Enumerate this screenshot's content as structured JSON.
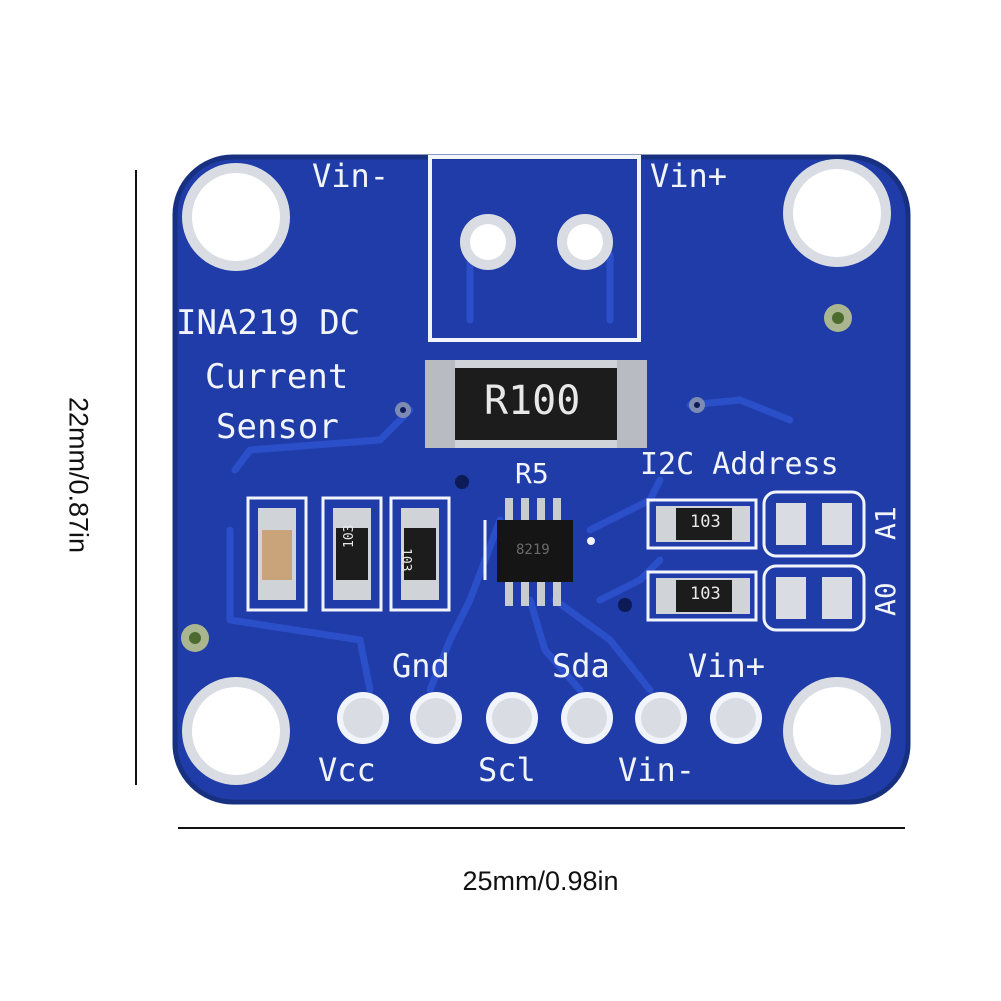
{
  "dimensions": {
    "width_label": "25mm/0.98in",
    "height_label": "22mm/0.87in"
  },
  "board": {
    "title_line1": "INA219 DC",
    "title_line2": "Current",
    "title_line3": "Sensor",
    "terminal_labels": {
      "left": "Vin-",
      "right": "Vin+"
    },
    "shunt_resistor_marking": "R100",
    "shunt_designator": "R5",
    "chip_marking": "8219",
    "address_heading": "I2C Address",
    "address_jumpers": [
      "A1",
      "A0"
    ],
    "resistor_markings": [
      "103",
      "103",
      "103",
      "103"
    ],
    "header_top_labels": [
      "Gnd",
      "Sda",
      "Vin+"
    ],
    "header_bottom_labels": [
      "Vcc",
      "Scl",
      "Vin-"
    ]
  },
  "colors": {
    "pcb": "#1f3ca8",
    "pcb_trace": "#2b4fc8",
    "silkscreen": "#f2f4fb",
    "pad": "#d9dde3",
    "terminal_block": "#1f3ca8"
  }
}
